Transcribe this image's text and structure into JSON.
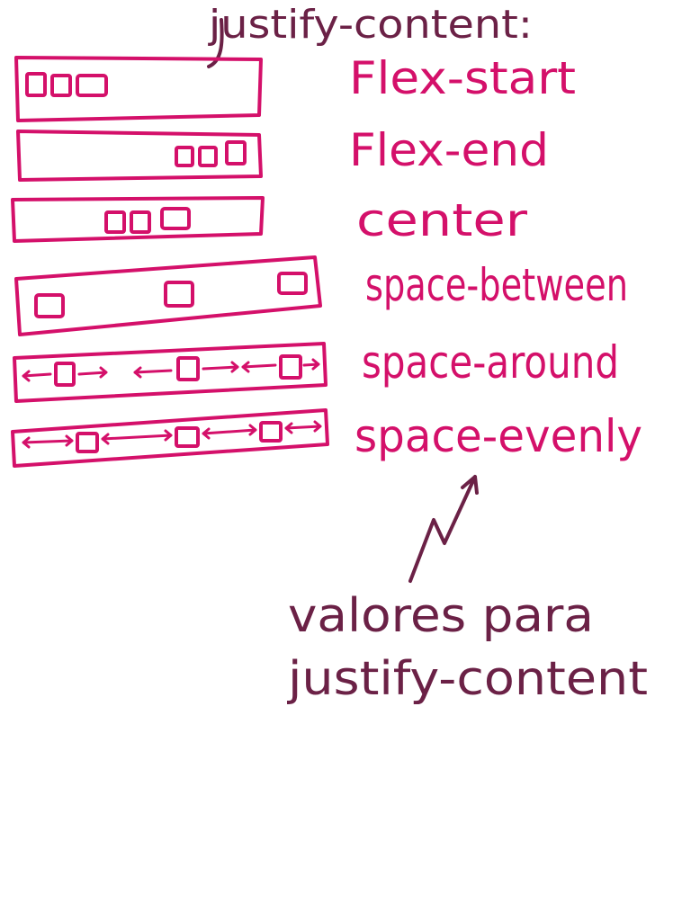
{
  "title": "justify-content:",
  "values": [
    {
      "id": "flex-start",
      "label": "Flex-start"
    },
    {
      "id": "flex-end",
      "label": "Flex-end"
    },
    {
      "id": "center",
      "label": "center"
    },
    {
      "id": "space-between",
      "label": "space-between"
    },
    {
      "id": "space-around",
      "label": "space-around"
    },
    {
      "id": "space-evenly",
      "label": "space-evenly"
    }
  ],
  "note": {
    "line1": "valores para",
    "line2": "justify-content"
  },
  "colors": {
    "diagram": "#d4106a",
    "note": "#6b2146"
  }
}
